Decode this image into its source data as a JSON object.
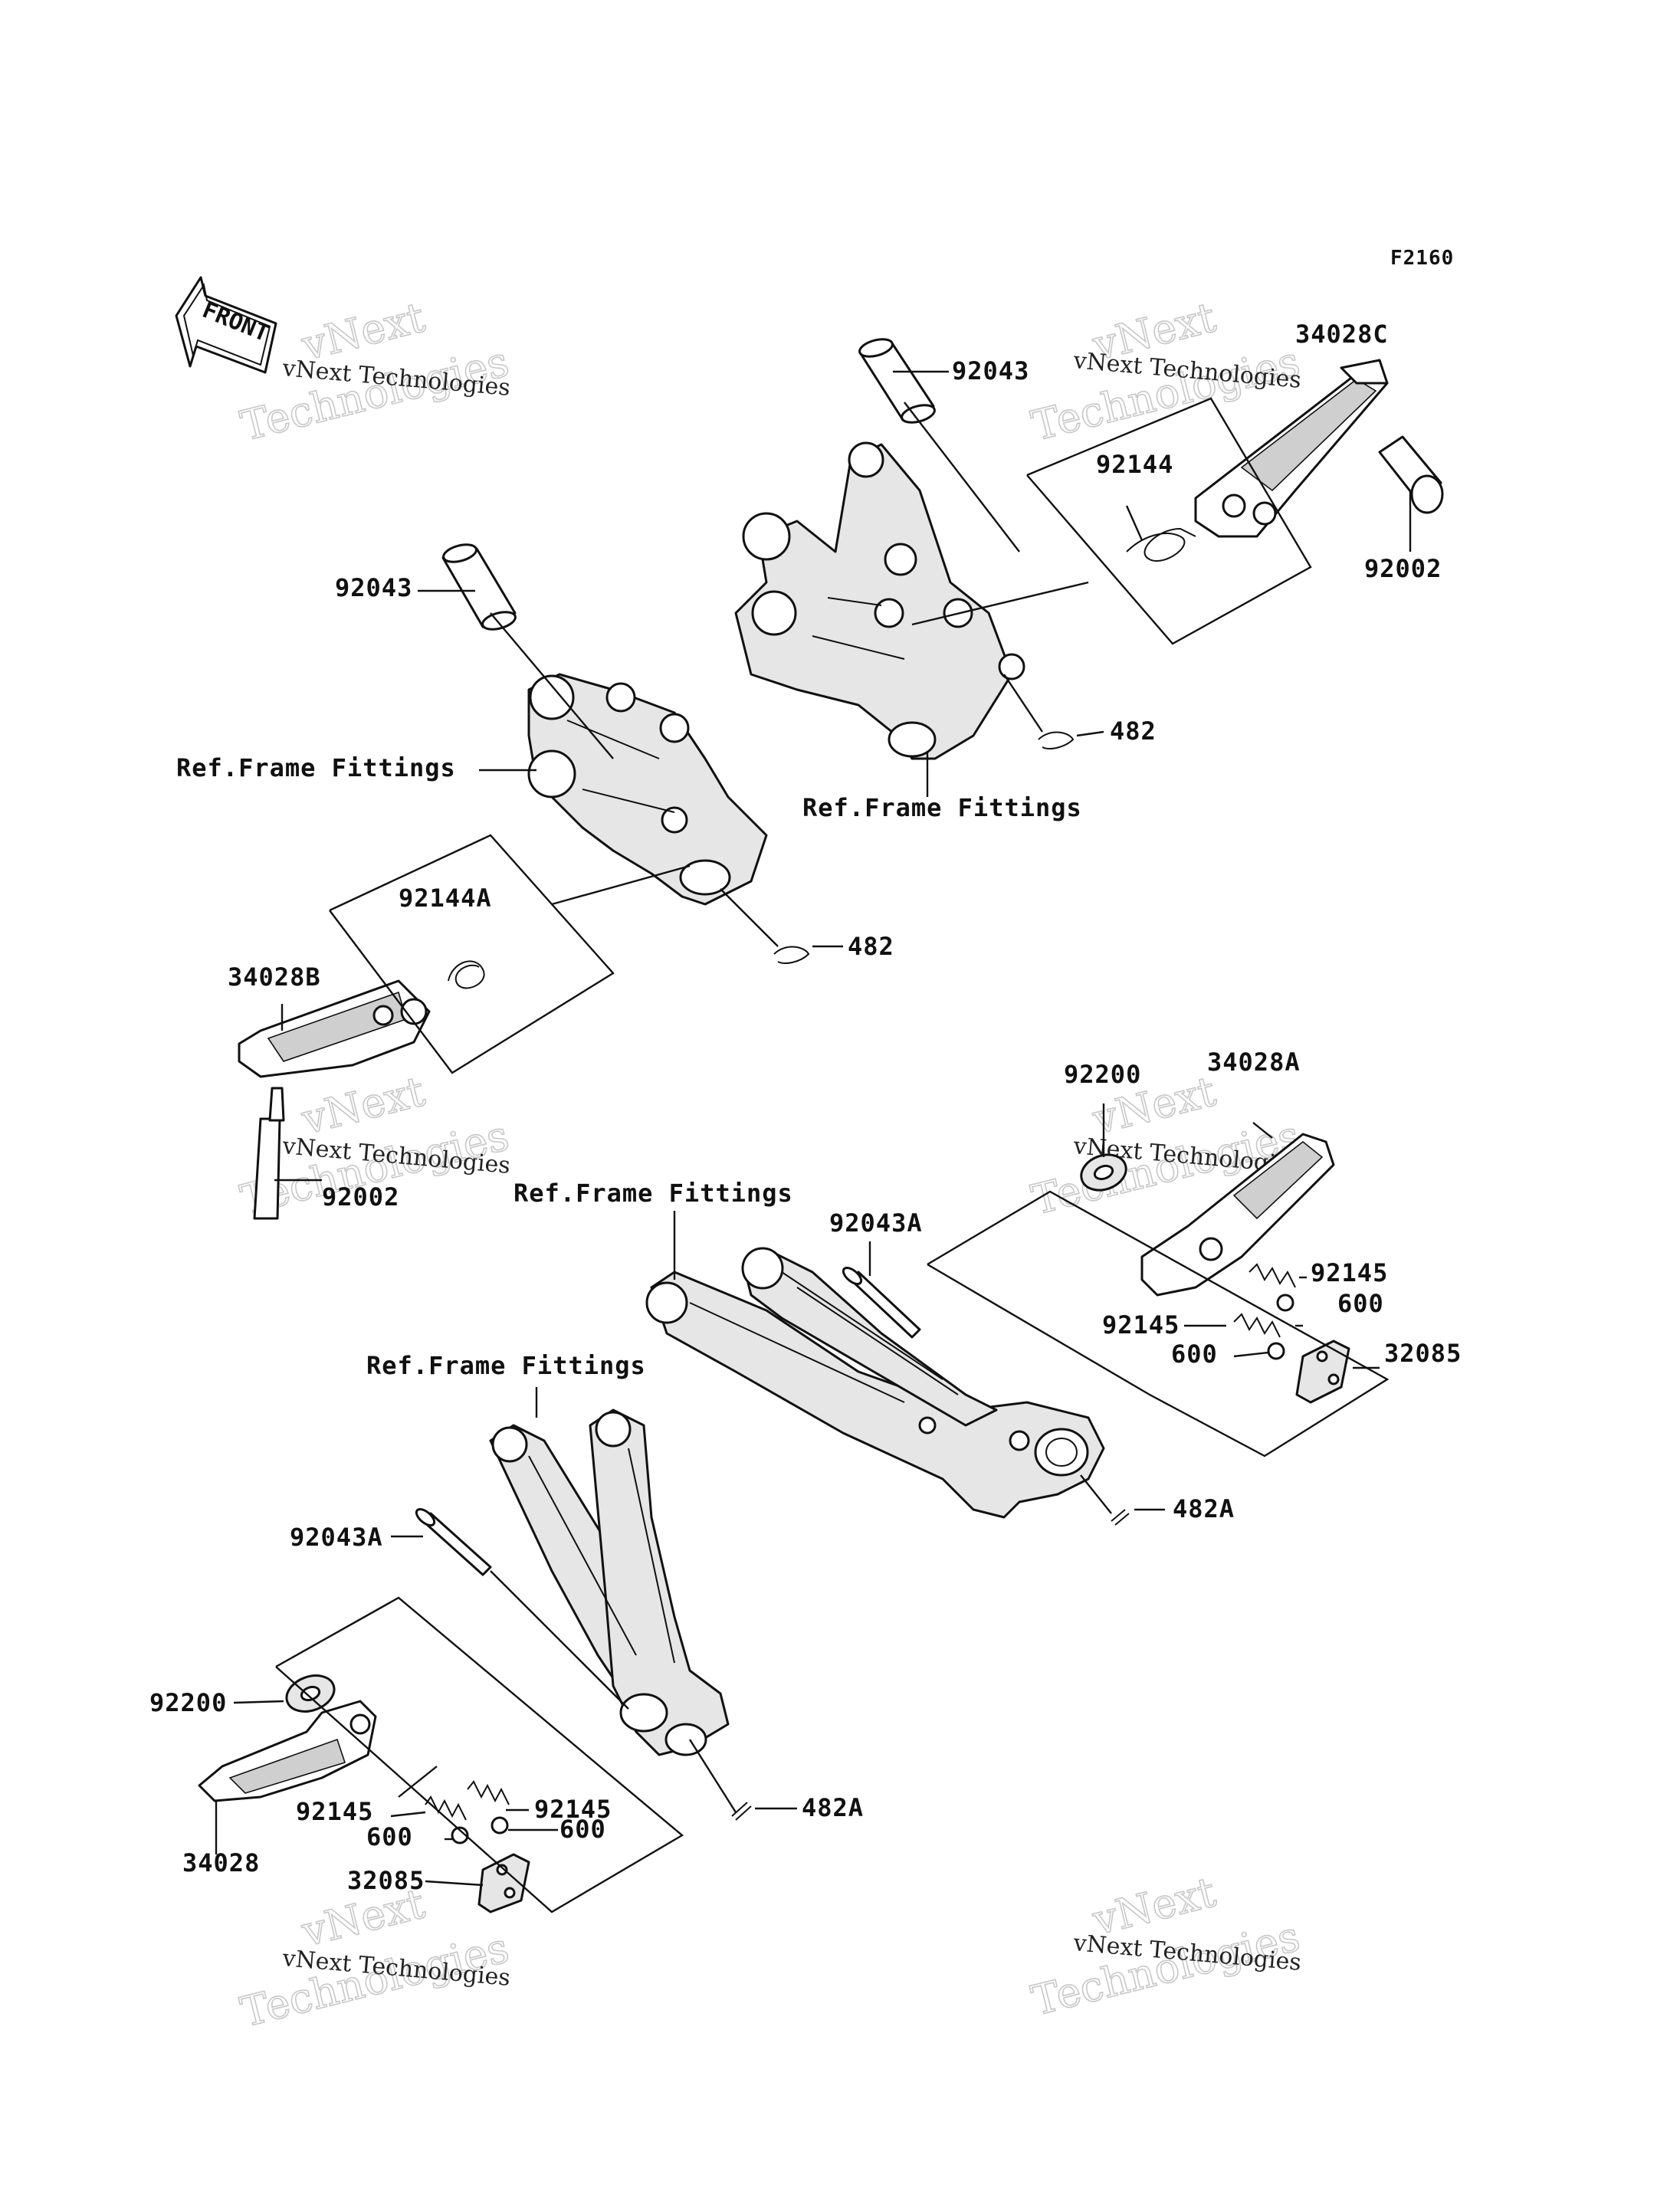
{
  "figure_code": "F2160",
  "front_label": "FRONT",
  "watermark": {
    "line1": "vNext Technologies",
    "line2": "vNext",
    "line3": "Technologies"
  },
  "labels": {
    "p92043_top": "92043",
    "p34028C": "34028C",
    "p92144": "92144",
    "p92002_top": "92002",
    "p482_top": "482",
    "ref_top": "Ref.Frame Fittings",
    "p92043_left": "92043",
    "ref_left": "Ref.Frame Fittings",
    "p92144A": "92144A",
    "p482_mid": "482",
    "p34028B": "34028B",
    "p92002_left": "92002",
    "p92200_right": "92200",
    "p34028A": "34028A",
    "ref_mid": "Ref.Frame Fittings",
    "p92043A_mid": "92043A",
    "p92145_r1": "92145",
    "p600_r1": "600",
    "p92145_r2": "92145",
    "p600_r2": "600",
    "p32085_r": "32085",
    "p482A_mid": "482A",
    "ref_low": "Ref.Frame Fittings",
    "p92043A_low": "92043A",
    "p92200_left": "92200",
    "p92145_l1": "92145",
    "p92145_l2": "92145",
    "p600_l1": "600",
    "p600_l2": "600",
    "p32085_l": "32085",
    "p34028": "34028",
    "p482A_low": "482A"
  }
}
